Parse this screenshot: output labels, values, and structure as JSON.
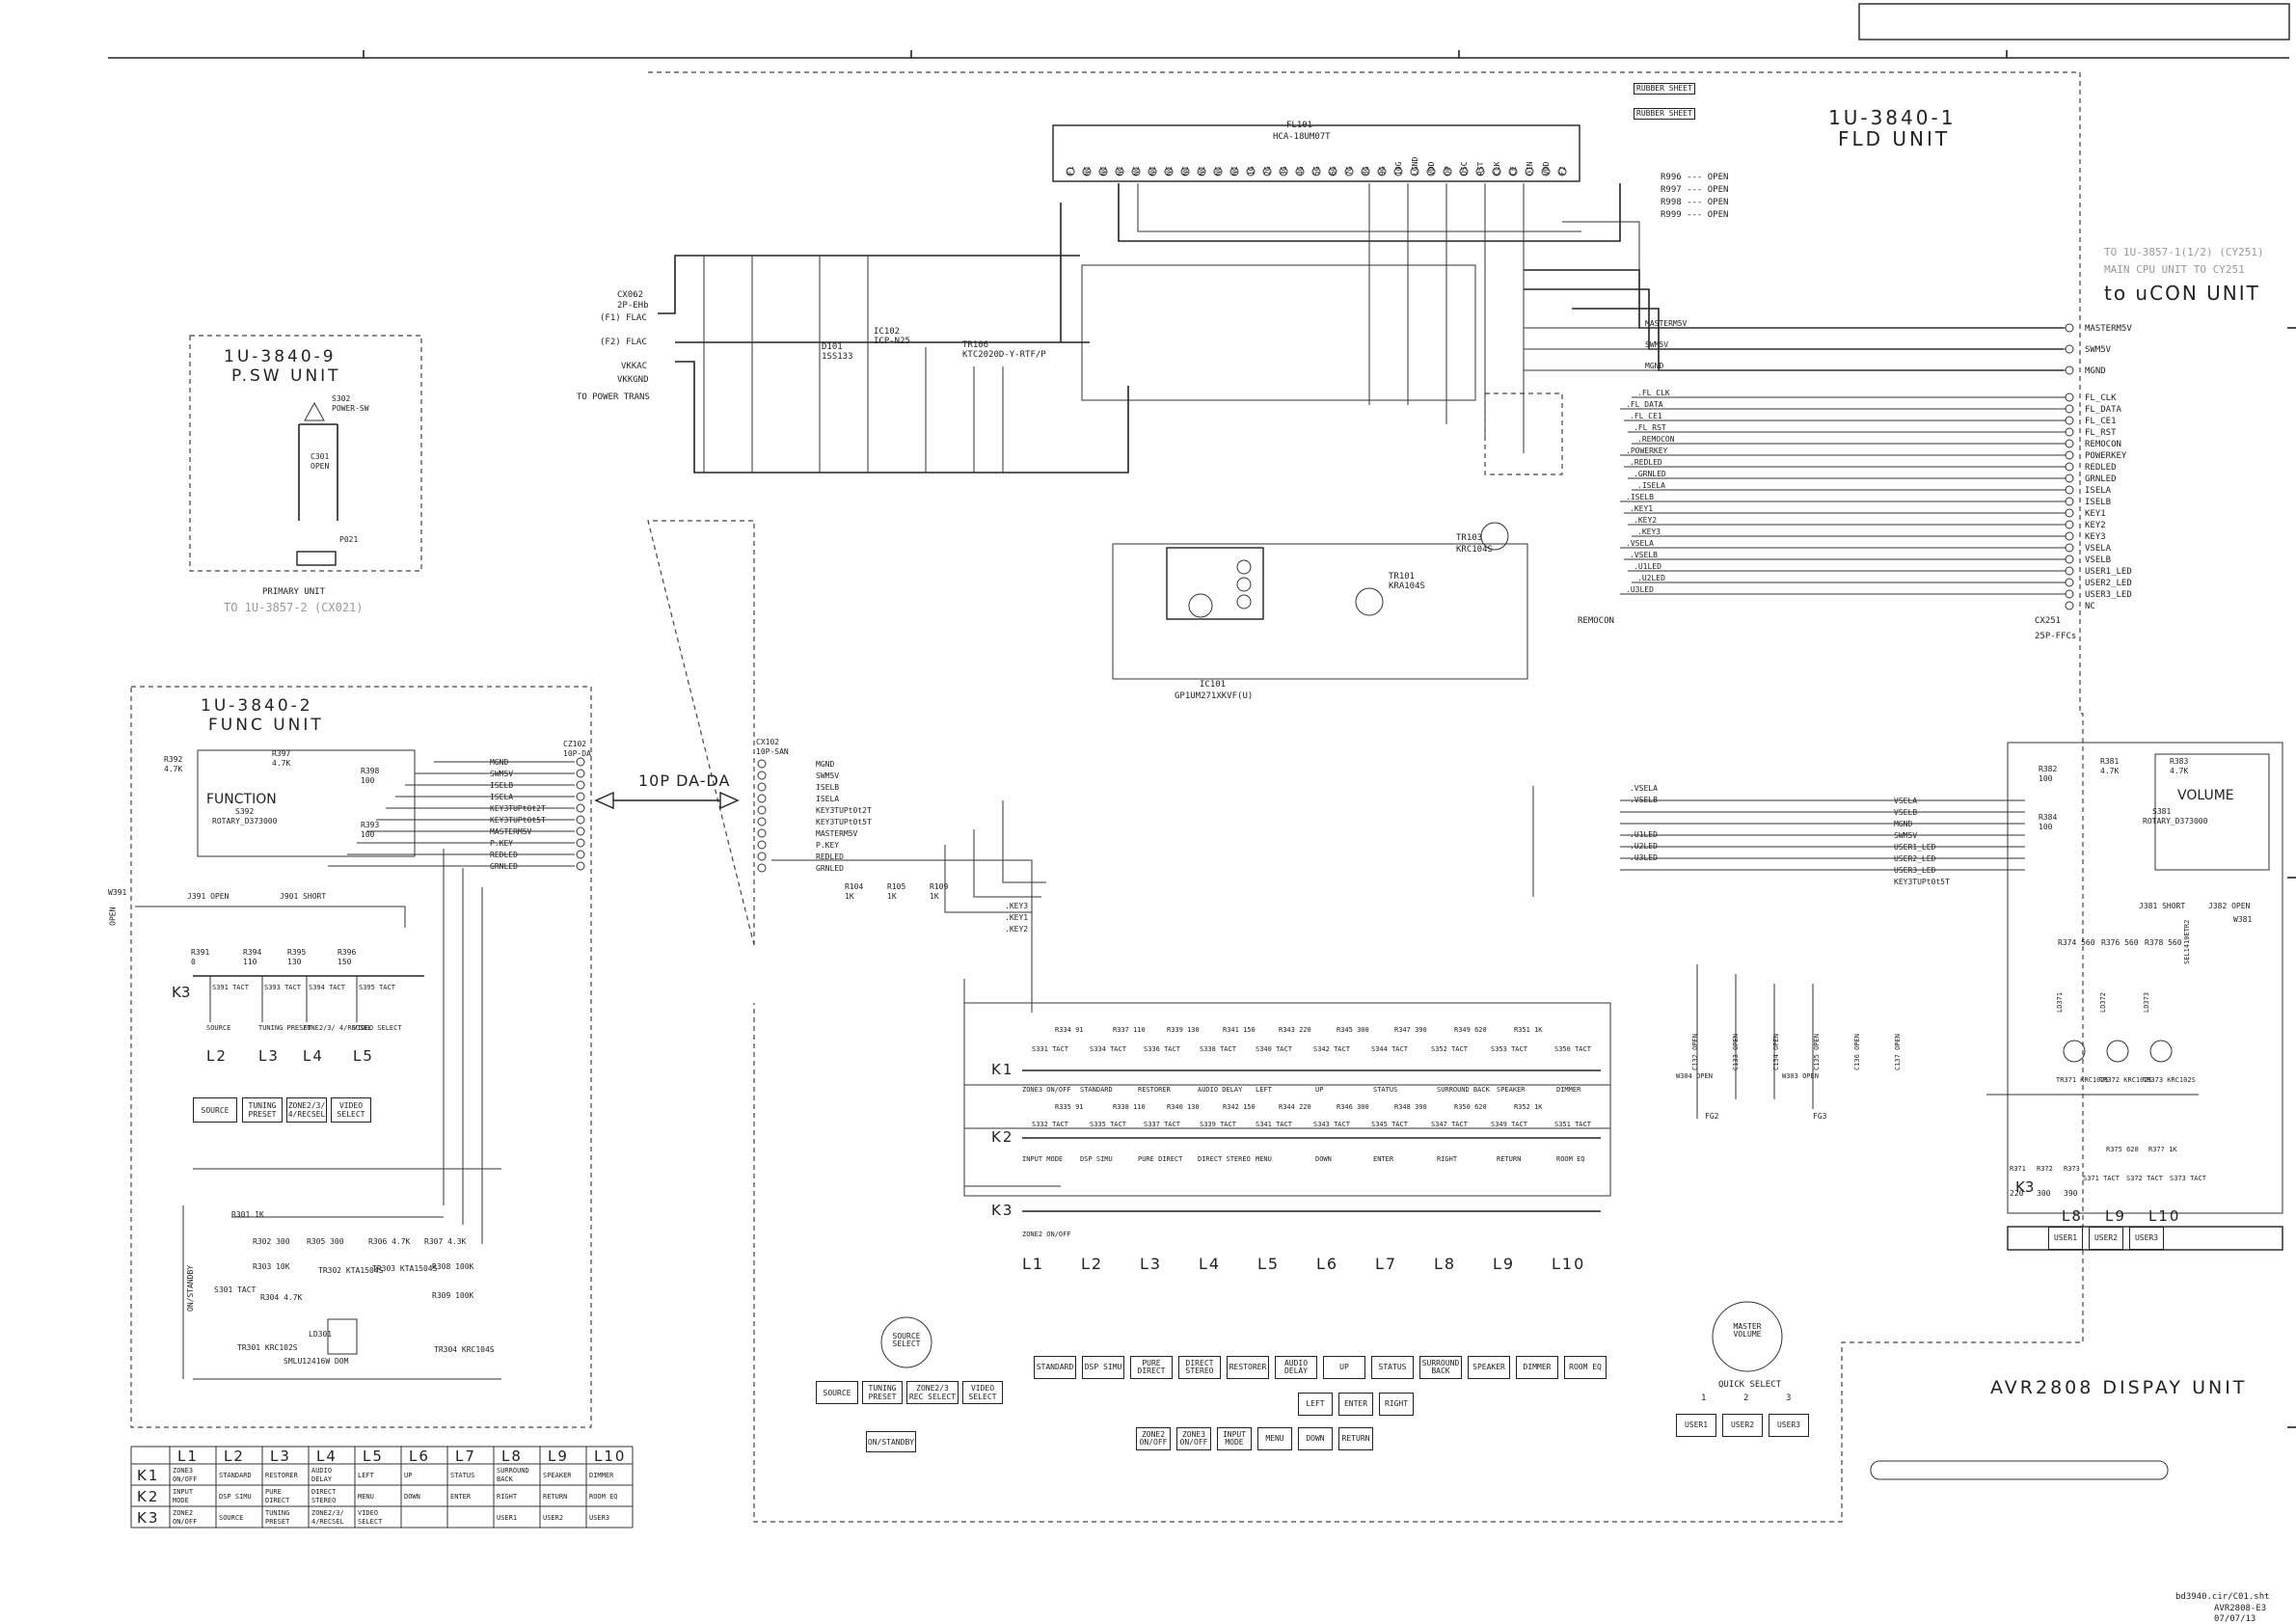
{
  "title_block": {
    "corner_box": ""
  },
  "fld_unit": {
    "id": "1U-3840-1",
    "name": "FLD UNIT",
    "fl_tube": {
      "ref": "FL101",
      "part": "HCA-18UM07T"
    },
    "rubber": [
      "RUBBER SHEET",
      "RUBBER SHEET"
    ],
    "resistor_list": [
      "R996 --- OPEN",
      "R997 --- OPEN",
      "R998 --- OPEN",
      "R999 --- OPEN"
    ],
    "cx_left": {
      "ref": "CX062",
      "type": "2P-EHb",
      "pins": [
        "(F1) FLAC",
        "(F2) FLAC"
      ]
    },
    "vkk": [
      "VKKAC",
      "VKKGND"
    ],
    "to_trans": "TO POWER TRANS",
    "ic": {
      "ref": "IC101",
      "part": "GP1UM271XKVF(U)"
    },
    "tr101": {
      "ref": "TR101",
      "part": "KRA104S"
    },
    "tr103": {
      "ref": "TR103",
      "part": "KRC104S"
    },
    "tr106": {
      "ref": "TR106",
      "part": "KTC2020D-Y-RTF/P"
    },
    "d101": {
      "ref": "D101",
      "part": "1SS133"
    },
    "ic102": {
      "ref": "IC102",
      "part": "ICP-N25"
    },
    "remocon": "REMOCON",
    "cx251": {
      "ref": "CX251",
      "type": "25P-FFCs"
    },
    "to_cpu": [
      "TO 1U-3857-1(1/2) (CY251)",
      "MAIN CPU UNIT TO CY251"
    ],
    "to_ucon": "to uCON UNIT",
    "right_pins": [
      "MASTERM5V",
      "SWM5V",
      "MGND",
      "FL_CLK",
      "FL_DATA",
      "FL_CE1",
      "FL_RST",
      "REMOCON",
      "POWERKEY",
      "REDLED",
      "GRNLED",
      "ISELA",
      "ISELB",
      "KEY1",
      "KEY2",
      "KEY3",
      "VSELA",
      "VSELB",
      "USER1_LED",
      "USER2_LED",
      "USER3_LED",
      "NC"
    ],
    "wire_labels": [
      "MASTERM5V",
      "SWM5V",
      "MGND",
      "FL_CLK",
      "FL_DATA",
      "FL_CE1",
      "FL_RST",
      "REMOCON",
      "POWERKEY",
      "REDLED",
      "GRNLED",
      "ISELA",
      "ISELB",
      "KEY1",
      "KEY2",
      "KEY3",
      "VSELA",
      "VSELB",
      "U1LED",
      "U2LED",
      "U3LED"
    ],
    "grid_pins": [
      "F1",
      "NC",
      "NC",
      "NC",
      "NC",
      "NC",
      "NC",
      "NC",
      "NC",
      "NC",
      "NC",
      "1G",
      "2G",
      "3G",
      "4G",
      "5G",
      "6G",
      "7G",
      "8G",
      "9G",
      "10G",
      "LGND",
      "VDD",
      "DP",
      "OSC",
      "RST",
      "CLK",
      "CE",
      "DIN",
      "VDD",
      "F2"
    ]
  },
  "psw_unit": {
    "id": "1U-3840-9",
    "name": "P.SW UNIT",
    "switch": {
      "ref": "S302",
      "label": "POWER-SW"
    },
    "cap": {
      "ref": "C301",
      "value": "OPEN"
    },
    "connector": "P021",
    "primary": "PRIMARY UNIT",
    "to": "TO 1U-3857-2 (CX021)"
  },
  "func_unit": {
    "id": "1U-3840-2",
    "name": "FUNC UNIT",
    "function_label": "FUNCTION",
    "rotary": {
      "ref": "S392",
      "part": "ROTARY_D373000"
    },
    "connector": {
      "ref": "CZ102",
      "type": "10P-DA"
    },
    "pins": [
      "MGND",
      "SWM5V",
      "ISELB",
      "ISELA",
      "KEY3TUPt0t2T",
      "KEY3TUPt0t5T",
      "MASTERM5V",
      "P.KEY",
      "REDLED",
      "GRNLED"
    ],
    "res_top": [
      [
        "R392",
        "4.7K"
      ],
      [
        "R397",
        "4.7K"
      ],
      [
        "R398",
        "100"
      ],
      [
        "R393",
        "100"
      ]
    ],
    "j391": "J391 OPEN",
    "j901": "J901 SHORT",
    "w391": "W391",
    "open": "OPEN",
    "k3_res": [
      [
        "R391",
        "0"
      ],
      [
        "R394",
        "110"
      ],
      [
        "R395",
        "130"
      ],
      [
        "R396",
        "150"
      ]
    ],
    "k3_sw": [
      "S391 TACT",
      "S393 TACT",
      "S394 TACT",
      "S395 TACT"
    ],
    "k3_labels": [
      "SOURCE",
      "TUNING PRESET",
      "ZONE2/3/ 4/RECSEL",
      "VIDEO SELECT"
    ],
    "row_k": "K3",
    "L_labels": [
      "L2",
      "L3",
      "L4",
      "L5"
    ],
    "buttons": [
      "SOURCE",
      "TUNING PRESET",
      "ZONE2/3/ 4/RECSEL",
      "VIDEO SELECT"
    ],
    "lower_parts": [
      "R301 1K",
      "R302 300",
      "R303 10K",
      "R304 4.7K",
      "R305 300",
      "R306 4.7K",
      "R307 4.3K",
      "R308 100K",
      "R309 100K",
      "TR302 KTA1504S",
      "TR303 KTA1504S",
      "TR301 KRC102S",
      "TR304 KRC104S",
      "LD301",
      "SMLU12416W DOM",
      "S301 TACT",
      "ON/STANDBY"
    ]
  },
  "da_label": "10P DA-DA",
  "display_switches": {
    "connector": {
      "ref": "CX102",
      "type": "10P-SAN"
    },
    "pins": [
      "MGND",
      "SWM5V",
      "ISELB",
      "ISELA",
      "KEY3TUPt0t2T",
      "KEY3TUPt0t5T",
      "MASTERM5V",
      "P.KEY",
      "REDLED",
      "GRNLED"
    ],
    "res": [
      [
        "R104",
        "1K"
      ],
      [
        "R105",
        "1K"
      ],
      [
        "R109",
        "1K"
      ]
    ],
    "key_nets": [
      "KEY3",
      "KEY1",
      "KEY2"
    ],
    "k1_labels": [
      "ZONE3 ON/OFF",
      "STANDARD",
      "RESTORER",
      "AUDIO DELAY",
      "LEFT",
      "UP",
      "STATUS",
      "SURROUND BACK",
      "SPEAKER",
      "DIMMER"
    ],
    "k2_labels": [
      "INPUT MODE",
      "DSP SIMU",
      "PURE DIRECT",
      "DIRECT STEREO",
      "MENU",
      "DOWN",
      "ENTER",
      "RIGHT",
      "RETURN",
      "ROOM EQ"
    ],
    "k3_labels": [
      "ZONE2 ON/OFF"
    ],
    "k1_res": [
      "R334 91",
      "R337 110",
      "R339 130",
      "R341 150",
      "R343 220",
      "R345 300",
      "R347 390",
      "R349 620",
      "R351 1K"
    ],
    "k2_res": [
      "R335 91",
      "R338 110",
      "R340 130",
      "R342 150",
      "R344 220",
      "R346 300",
      "R348 390",
      "R350 620",
      "R352 1K"
    ],
    "k1_sw": [
      "S331 TACT",
      "S334 TACT",
      "S336 TACT",
      "S338 TACT",
      "S340 TACT",
      "S342 TACT",
      "S344 TACT",
      "S352 TACT",
      "S353 TACT",
      "S350 TACT"
    ],
    "k2_sw": [
      "S332 TACT",
      "S335 TACT",
      "S337 TACT",
      "S339 TACT",
      "S341 TACT",
      "S343 TACT",
      "S345 TACT",
      "S347 TACT",
      "S349 TACT",
      "S351 TACT"
    ],
    "rows": [
      "K1",
      "K2",
      "K3"
    ],
    "cols": [
      "L1",
      "L2",
      "L3",
      "L4",
      "L5",
      "L6",
      "L7",
      "L8",
      "L9",
      "L10"
    ]
  },
  "volume_unit": {
    "volume_label": "VOLUME",
    "rotary": {
      "ref": "S381",
      "part": "ROTARY_D373000"
    },
    "res": [
      [
        "R382",
        "100"
      ],
      [
        "R384",
        "100"
      ],
      [
        "R381",
        "4.7K"
      ],
      [
        "R383",
        "4.7K"
      ]
    ],
    "pins": [
      "VSELA",
      "VSELB",
      "MGND",
      "SWM5V",
      "USER1_LED",
      "USER2_LED",
      "USER3_LED",
      "KEY3TUPt0t5T"
    ],
    "nets": [
      "VSELA",
      "VSELB",
      "U1LED",
      "U2LED",
      "U3LED"
    ],
    "j381": "J381 SHORT",
    "j382": "J382 OPEN",
    "w381": "W381",
    "open": "OPEN",
    "leds": [
      "LD371",
      "LD372",
      "LD373"
    ],
    "trs": [
      "TR371 KRC102S",
      "TR372 KRC102S",
      "TR373 KRC102S"
    ],
    "res_led": [
      "R374 560",
      "R376 560",
      "R378 560"
    ],
    "led_part": "SEL1410ETR2",
    "k3_res": [
      "R371",
      "R372",
      "R373",
      "R375 620",
      "R377 1K"
    ],
    "k3_vals": [
      "220",
      "300",
      "390"
    ],
    "k3_sw": [
      "S371 TACT",
      "S372 TACT",
      "S373 TACT"
    ],
    "L_labels": [
      "L8",
      "L9",
      "L10"
    ],
    "k_label": "K3",
    "user_buttons": [
      "USER1",
      "USER2",
      "USER3"
    ]
  },
  "mid_caps": [
    "C132 OPEN",
    "C133 OPEN",
    "C134 OPEN",
    "C135 OPEN",
    "C136 OPEN",
    "C137 OPEN"
  ],
  "fg": [
    "W304 OPEN",
    "W303 OPEN",
    "FG2",
    "FG3"
  ],
  "front_panel": {
    "source_select": "SOURCE SELECT",
    "master_volume": "MASTER VOLUME",
    "quick_select": "QUICK SELECT",
    "quick_nums": [
      "1",
      "2",
      "3"
    ],
    "left_buttons": [
      "SOURCE",
      "TUNING PRESET",
      "ZONE2/3 REC SELECT",
      "VIDEO SELECT"
    ],
    "on_standby": "ON/STANDBY",
    "row1": [
      "STANDARD",
      "DSP SIMU",
      "PURE DIRECT",
      "DIRECT STEREO",
      "RESTORER",
      "AUDIO DELAY",
      "UP",
      "STATUS",
      "SURROUND BACK",
      "SPEAKER",
      "DIMMER",
      "ROOM EQ"
    ],
    "row2": [
      "LEFT",
      "ENTER",
      "RIGHT"
    ],
    "row3": [
      "ZONE2 ON/OFF",
      "ZONE3 ON/OFF",
      "INPUT MODE",
      "MENU",
      "DOWN",
      "RETURN"
    ],
    "user": [
      "USER1",
      "USER2",
      "USER3"
    ],
    "model_title": "AVR2808 DISPAY UNIT"
  },
  "key_table": {
    "cols": [
      "L1",
      "L2",
      "L3",
      "L4",
      "L5",
      "L6",
      "L7",
      "L8",
      "L9",
      "L10"
    ],
    "rows": [
      {
        "k": "K1",
        "cells": [
          "ZONE3 ON/OFF",
          "STANDARD",
          "RESTORER",
          "AUDIO DELAY",
          "LEFT",
          "UP",
          "STATUS",
          "SURROUND BACK",
          "SPEAKER",
          "DIMMER"
        ]
      },
      {
        "k": "K2",
        "cells": [
          "INPUT MODE",
          "DSP SIMU",
          "PURE DIRECT",
          "DIRECT STEREO",
          "MENU",
          "DOWN",
          "ENTER",
          "RIGHT",
          "RETURN",
          "ROOM EQ"
        ]
      },
      {
        "k": "K3",
        "cells": [
          "ZONE2 ON/OFF",
          "SOURCE",
          "TUNING PRESET",
          "ZONE2/3/ 4/RECSEL",
          "VIDEO SELECT",
          "",
          "",
          "USER1",
          "USER2",
          "USER3"
        ]
      }
    ]
  },
  "footer": [
    "bd3940.cir/C01.sht",
    "AVR2808-E3",
    "07/07/13"
  ]
}
